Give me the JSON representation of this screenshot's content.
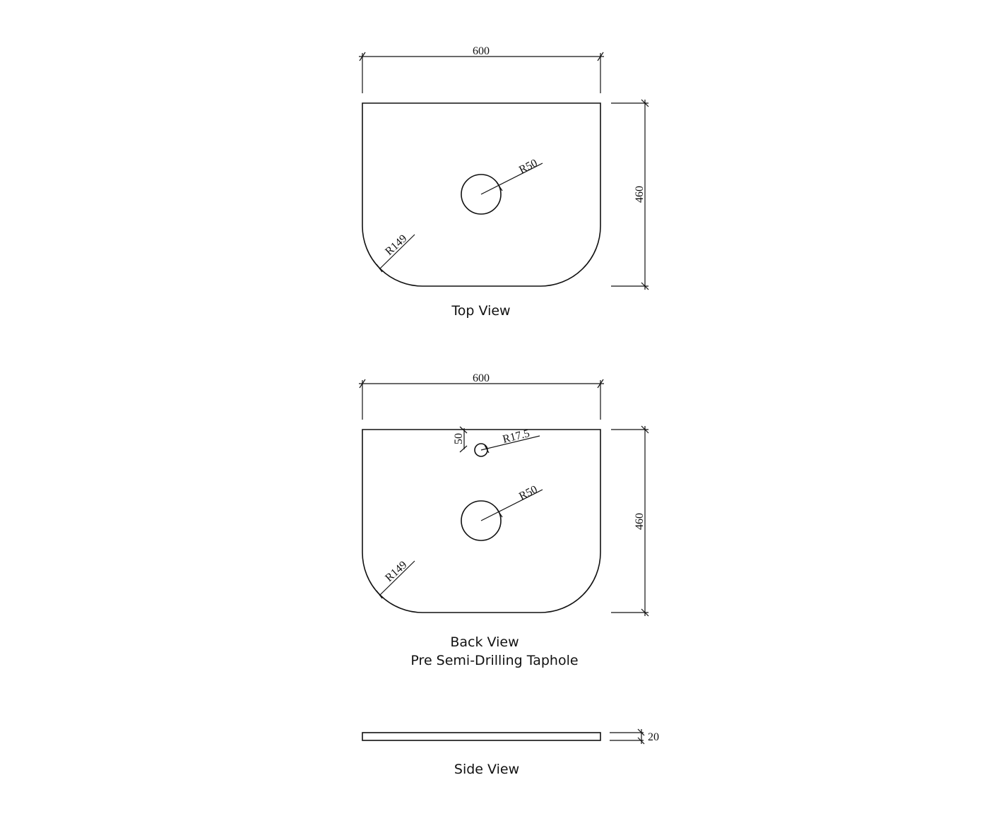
{
  "top_view": {
    "caption": "Top View",
    "width_dim": "600",
    "depth_dim": "460",
    "hole_radius": "R50",
    "corner_radius": "R149"
  },
  "back_view": {
    "caption_line1": "Back View",
    "caption_line2": "Pre Semi-Drilling Taphole",
    "width_dim": "600",
    "depth_dim": "460",
    "hole_radius": "R50",
    "corner_radius": "R149",
    "taphole_radius": "R17.5",
    "taphole_offset": "50"
  },
  "side_view": {
    "caption": "Side View",
    "thickness_dim": "20"
  }
}
